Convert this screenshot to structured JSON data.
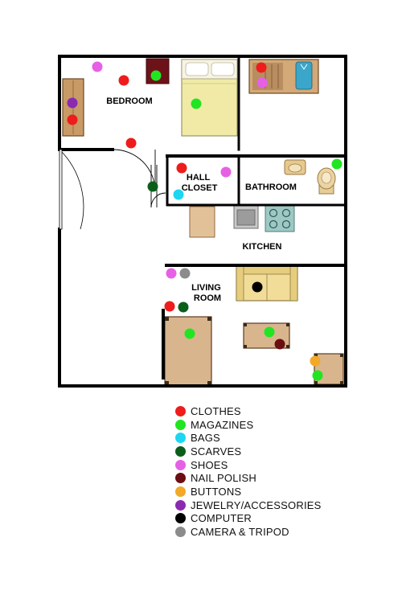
{
  "rooms": {
    "bedroom": "BEDROOM",
    "hall_closet": "HALL\nCLOSET",
    "bathroom": "BATHROOM",
    "kitchen": "KITCHEN",
    "living_room": "LIVING\nROOM"
  },
  "legend": [
    {
      "key": "clothes",
      "label": "CLOTHES",
      "color": "#ee1c1c"
    },
    {
      "key": "magazines",
      "label": "MAGAZINES",
      "color": "#22e522"
    },
    {
      "key": "bags",
      "label": "BAGS",
      "color": "#1cd6f2"
    },
    {
      "key": "scarves",
      "label": "SCARVES",
      "color": "#0b5e1a"
    },
    {
      "key": "shoes",
      "label": "SHOES",
      "color": "#e660e6"
    },
    {
      "key": "nail_polish",
      "label": "NAIL POLISH",
      "color": "#6b0e12"
    },
    {
      "key": "buttons",
      "label": "BUTTONS",
      "color": "#f2a928"
    },
    {
      "key": "jewelry",
      "label": "JEWELRY/ACCESSORIES",
      "color": "#8a2ab0"
    },
    {
      "key": "computer",
      "label": "COMPUTER",
      "color": "#000000"
    },
    {
      "key": "camera",
      "label": "CAMERA & TRIPOD",
      "color": "#8c8c8c"
    }
  ]
}
